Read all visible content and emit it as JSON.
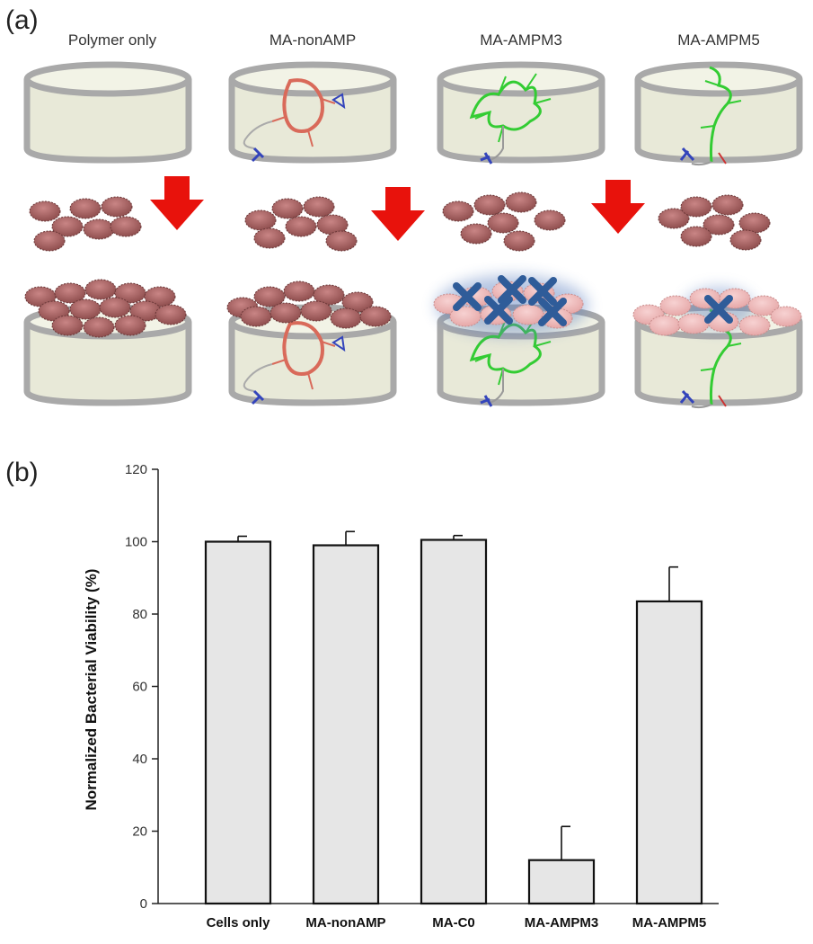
{
  "figure": {
    "panel_a_label": "(a)",
    "panel_b_label": "(b)",
    "groups": [
      "Polymer only",
      "MA-nonAMP",
      "MA-AMPM3",
      "MA-AMPM5"
    ]
  },
  "chart_data": {
    "type": "bar",
    "categories": [
      "Cells only",
      "MA-nonAMP",
      "MA-C0",
      "MA-AMPM3",
      "MA-AMPM5"
    ],
    "values": [
      100,
      99,
      100.5,
      12,
      83.5
    ],
    "errors": [
      1.5,
      3.8,
      1.2,
      9.3,
      9.5
    ],
    "ylabel": "Normalized Bacterial Viability (%)",
    "xlabel": "",
    "ylim": [
      0,
      120
    ],
    "yticks": [
      0,
      20,
      40,
      60,
      80,
      100,
      120
    ],
    "bar_color": "#e6e6e6",
    "grid": false
  },
  "colors": {
    "dish_fill": "#e8e9d8",
    "dish_rim": "#a9a9a9",
    "cell": "#b86a6a",
    "arrow": "#e8120c",
    "cross": "#2f5c99",
    "peptide_green": "#33cc33",
    "peptide_red": "#d96a5a"
  }
}
